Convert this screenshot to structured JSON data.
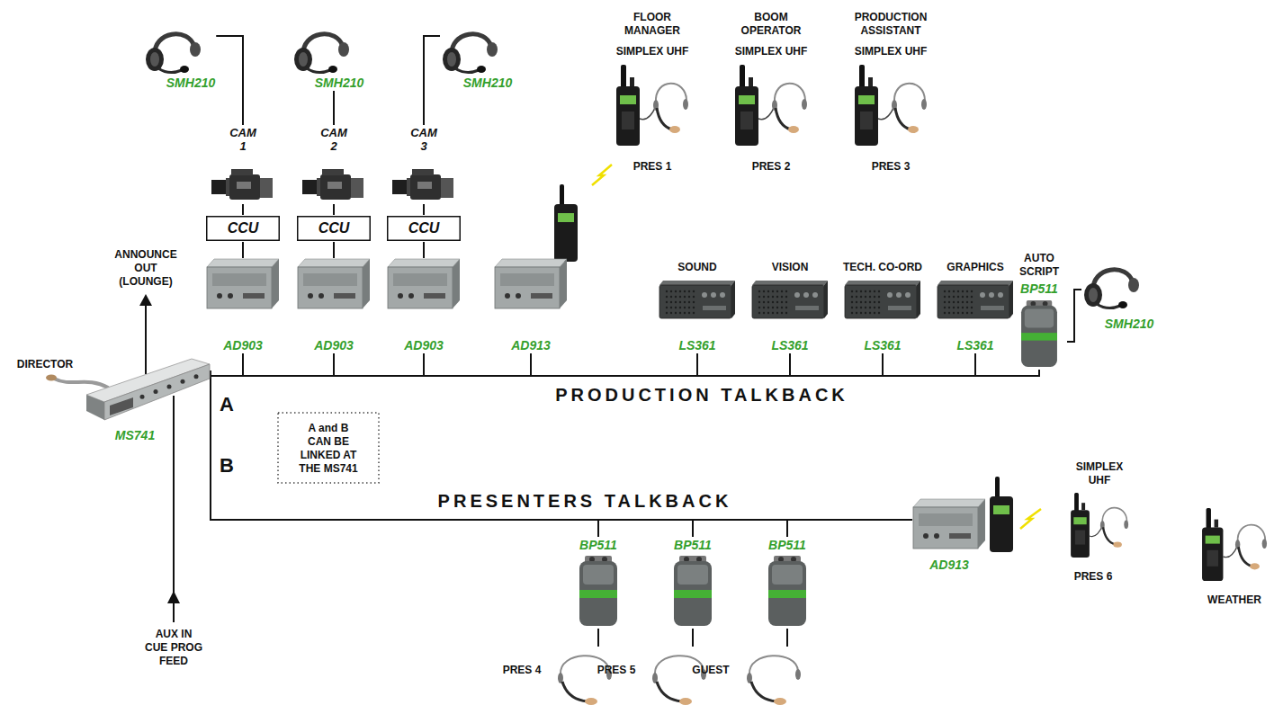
{
  "diagram": {
    "nodes": [
      {
        "text": [
          "MS741"
        ]
      },
      {
        "text": [
          "SMH210"
        ]
      },
      {
        "text": [
          "SMH210"
        ]
      },
      {
        "text": [
          "SMH210"
        ]
      },
      {
        "text": [
          "CAM 1"
        ]
      },
      {
        "text": [
          "CAM 2"
        ]
      },
      {
        "text": [
          "CAM 3"
        ]
      },
      {
        "text": [
          "CCU"
        ]
      },
      {
        "text": [
          "CCU"
        ]
      },
      {
        "text": [
          "CCU"
        ]
      },
      {
        "text": [
          "AD903"
        ]
      },
      {
        "text": [
          "AD903"
        ]
      },
      {
        "text": [
          "AD903"
        ]
      },
      {
        "text": [
          "AD913"
        ]
      },
      {
        "text": [
          "FLOOR MANAGER",
          "SIMPLEX UHF",
          "PRES 1"
        ]
      },
      {
        "text": [
          "BOOM OPERATOR",
          "SIMPLEX UHF",
          "PRES 2"
        ]
      },
      {
        "text": [
          "PRODUCTION ASSISTANT",
          "SIMPLEX UHF",
          "PRES 3"
        ]
      },
      {
        "text": [
          "SOUND",
          "LS361"
        ]
      },
      {
        "text": [
          "VISION",
          "LS361"
        ]
      },
      {
        "text": [
          "TECH. CO-ORD",
          "LS361"
        ]
      },
      {
        "text": [
          "GRAPHICS",
          "LS361"
        ]
      },
      {
        "text": [
          "AUTO SCRIPT",
          "BP511"
        ]
      },
      {
        "text": [
          "SMH210"
        ]
      },
      {
        "text": [
          "A and B CAN BE LINKED AT THE MS741"
        ]
      },
      {
        "text": [
          "BP511"
        ]
      },
      {
        "text": [
          "PRES 4"
        ]
      },
      {
        "text": [
          "BP511"
        ]
      },
      {
        "text": [
          "PRES 5"
        ]
      },
      {
        "text": [
          "BP511"
        ]
      },
      {
        "text": [
          "GUEST"
        ]
      },
      {
        "text": [
          "AD913"
        ]
      },
      {
        "text": [
          "SIMPLEX UHF",
          "PRES 6"
        ]
      },
      {
        "text": [
          "WEATHER"
        ]
      }
    ],
    "edges": [
      {
        "from": 1,
        "to": 4,
        "arrow": "none"
      },
      {
        "from": 2,
        "to": 5,
        "arrow": "none"
      },
      {
        "from": 3,
        "to": 6,
        "arrow": "none"
      },
      {
        "from": 4,
        "to": 7,
        "arrow": "none"
      },
      {
        "from": 5,
        "to": 8,
        "arrow": "none"
      },
      {
        "from": 6,
        "to": 9,
        "arrow": "none"
      },
      {
        "from": 7,
        "to": 10,
        "arrow": "none"
      },
      {
        "from": 8,
        "to": 11,
        "arrow": "none"
      },
      {
        "from": 9,
        "to": 12,
        "arrow": "none"
      },
      {
        "from": 0,
        "to": 10,
        "arrow": "none"
      },
      {
        "from": 0,
        "to": 11,
        "arrow": "none"
      },
      {
        "from": 0,
        "to": 12,
        "arrow": "none"
      },
      {
        "from": 0,
        "to": 13,
        "arrow": "none"
      },
      {
        "from": 0,
        "to": 17,
        "arrow": "none"
      },
      {
        "from": 0,
        "to": 18,
        "arrow": "none"
      },
      {
        "from": 0,
        "to": 19,
        "arrow": "none"
      },
      {
        "from": 0,
        "to": 20,
        "arrow": "none"
      },
      {
        "from": 0,
        "to": 21,
        "arrow": "none"
      },
      {
        "from": 21,
        "to": 22,
        "arrow": "none"
      },
      {
        "from": 0,
        "to": 24,
        "arrow": "none"
      },
      {
        "from": 0,
        "to": 26,
        "arrow": "none"
      },
      {
        "from": 0,
        "to": 28,
        "arrow": "none"
      },
      {
        "from": 0,
        "to": 30,
        "arrow": "none"
      },
      {
        "from": 24,
        "to": 25,
        "arrow": "none"
      },
      {
        "from": 26,
        "to": 27,
        "arrow": "none"
      },
      {
        "from": 28,
        "to": 29,
        "arrow": "none"
      }
    ],
    "labels": [
      "DIRECTOR",
      "ANNOUNCE OUT (LOUNGE)",
      "A",
      "B",
      "AUX IN CUE PROG FEED",
      "PRODUCTION TALKBACK",
      "PRESENTERS TALKBACK"
    ]
  }
}
